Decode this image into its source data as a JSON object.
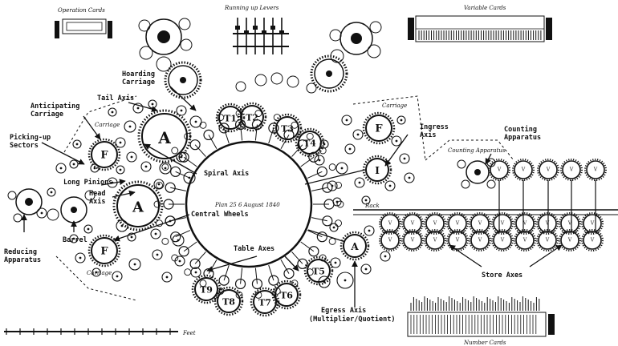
{
  "handwritten": {
    "operation_cards": "Operation Cards",
    "running_up_levers": "Running up Levers",
    "variable_cards": "Variable Cards",
    "number_cards": "Number Cards",
    "carriage_left": "Carriage",
    "carriage_right": "Carriage",
    "carriage_bottom": "Carriage",
    "counting_apparatus_script": "Counting Apparatus",
    "rack": "Rack",
    "feet": "Feet",
    "central_date": "Plan 25 6 August 1840"
  },
  "labels": {
    "hoarding_carriage_1": "Hoarding",
    "hoarding_carriage_2": "Carriage",
    "tail_axis": "Tail Axis",
    "anticipating_carriage_1": "Anticipating",
    "anticipating_carriage_2": "Carriage",
    "picking_up_sectors_1": "Picking-up",
    "picking_up_sectors_2": "Sectors",
    "long_pinions": "Long Pinions",
    "head_axis_1": "Head",
    "head_axis_2": "Axis",
    "barrel": "Barrel",
    "reducing_apparatus_1": "Reducing",
    "reducing_apparatus_2": "Apparatus",
    "spiral_axis": "Spiral Axis",
    "central_wheels": "Central Wheels",
    "table_axes": "Table Axes",
    "ingress_axis_1": "Ingress",
    "ingress_axis_2": "Axis",
    "counting_apparatus_1": "Counting",
    "counting_apparatus_2": "Apparatus",
    "store_axes": "Store Axes",
    "egress_axis_1": "Egress Axis",
    "egress_axis_2": "(Multiplier/Quotient)"
  },
  "axis_letters": {
    "A_upper": "A",
    "A_lower": "A",
    "F_left_upper": "F",
    "F_left_lower": "F",
    "F_right": "F",
    "I": "I",
    "A_egress": "A",
    "T1": "T1",
    "T2": "T2",
    "T3": "T3",
    "T4": "T4",
    "T5": "T5",
    "T6": "T6",
    "T7": "T7",
    "T8": "T8",
    "T9": "T9",
    "store_label": "V"
  },
  "colors": {
    "ink": "#111111",
    "paper": "#ffffff"
  }
}
